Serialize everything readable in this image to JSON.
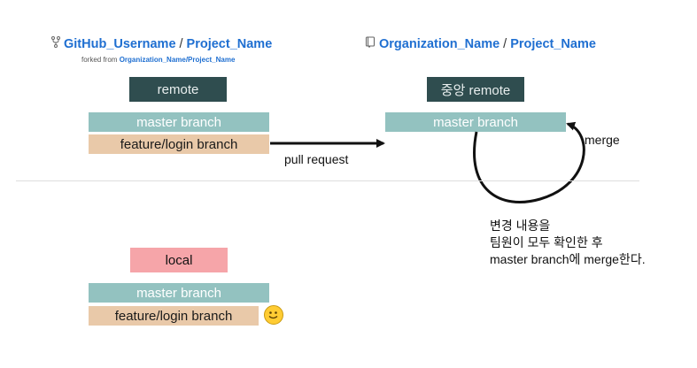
{
  "left_repo": {
    "owner": "GitHub_Username",
    "separator": "/",
    "project": "Project_Name",
    "forked_prefix": "forked from",
    "forked_source": "Organization_Name/Project_Name"
  },
  "right_repo": {
    "owner": "Organization_Name",
    "separator": "/",
    "project": "Project_Name"
  },
  "remote_label": "remote",
  "central_remote_label": "중앙 remote",
  "local_label": "local",
  "branches": {
    "master": "master branch",
    "feature": "feature/login branch"
  },
  "edges": {
    "pull_request": "pull request",
    "merge": "merge"
  },
  "note_lines": [
    "변경 내용을",
    "팀원이 모두 확인한 후",
    "master branch에 merge한다."
  ],
  "colors": {
    "remote": "#2f4d4f",
    "master": "#93c2c0",
    "feature": "#e9c9a9",
    "local": "#f6a5a9",
    "link": "#1f6fd1"
  },
  "icons": {
    "fork": "fork-icon",
    "repo": "repo-icon",
    "smile": "smiley-icon"
  }
}
